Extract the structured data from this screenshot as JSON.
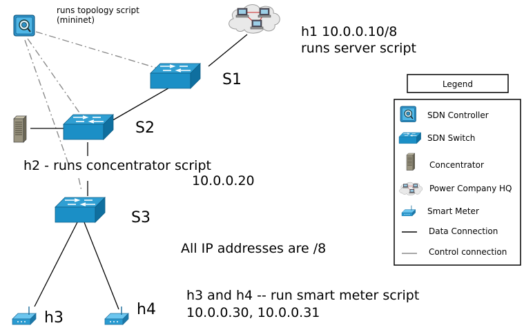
{
  "controller": {
    "label_line1": "runs topology script",
    "label_line2": "(mininet)",
    "icon": "sdn-controller-icon"
  },
  "hq": {
    "label_line1": "h1 10.0.0.10/8",
    "label_line2": "runs server script",
    "icon": "power-company-hq-icon"
  },
  "switches": {
    "s1": "S1",
    "s2": "S2",
    "s3": "S3"
  },
  "concentrator": {
    "label": "h2 - runs concentrator script",
    "ip": "10.0.0.20",
    "icon": "concentrator-icon"
  },
  "note": "All IP addresses are /8",
  "meters": {
    "h3": "h3",
    "h4": "h4",
    "desc_line1": "h3 and h4 -- run smart meter script",
    "desc_line2": "10.0.0.30, 10.0.0.31",
    "icon": "smart-meter-icon"
  },
  "legend": {
    "title": "Legend",
    "items": [
      {
        "icon": "sdn-controller-icon",
        "label": "SDN Controller"
      },
      {
        "icon": "sdn-switch-icon",
        "label": "SDN Switch"
      },
      {
        "icon": "concentrator-icon",
        "label": "Concentrator"
      },
      {
        "icon": "power-company-hq-icon",
        "label": "Power Company HQ"
      },
      {
        "icon": "smart-meter-icon",
        "label": "Smart Meter"
      },
      {
        "icon": "data-line-icon",
        "label": "Data Connection"
      },
      {
        "icon": "control-line-icon",
        "label": "Control connection"
      }
    ]
  },
  "colors": {
    "switch_top": "#35a8d8",
    "switch_side": "#1a83b8",
    "data_line": "#000000",
    "control_line": "#888888"
  }
}
